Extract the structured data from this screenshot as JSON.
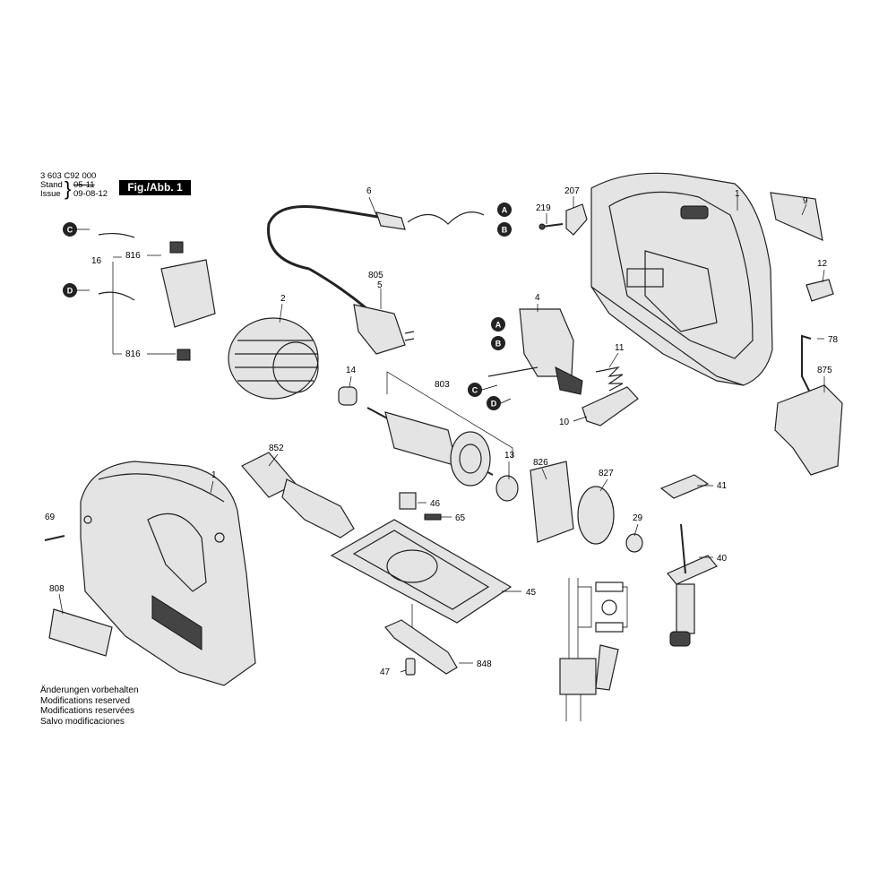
{
  "header": {
    "article_number": "3 603 C92 000",
    "stand_label": "Stand",
    "stand_date": "05-11",
    "issue_label": "Issue",
    "issue_date": "09-08-12",
    "figure_label": "Fig./Abb. 1"
  },
  "notes": [
    "Änderungen vorbehalten",
    "Modifications reserved",
    "Modifications reservées",
    "Salvo modificaciones"
  ],
  "part_labels": {
    "p1a": "1",
    "p1b": "1",
    "p2": "2",
    "p4": "4",
    "p5": "5",
    "p6": "6",
    "p9": "9",
    "p10": "10",
    "p11": "11",
    "p12": "12",
    "p13": "13",
    "p14": "14",
    "p16": "16",
    "p29": "29",
    "p40": "40",
    "p41": "41",
    "p45": "45",
    "p46": "46",
    "p47": "47",
    "p65": "65",
    "p69": "69",
    "p78": "78",
    "p207": "207",
    "p219": "219",
    "p803": "803",
    "p805": "805",
    "p808": "808",
    "p816a": "816",
    "p816b": "816",
    "p826": "826",
    "p827": "827",
    "p848": "848",
    "p852": "852",
    "p875": "875"
  },
  "connectors": {
    "A1": "A",
    "B1": "B",
    "A2": "A",
    "B2": "B",
    "C1": "C",
    "D1": "D",
    "C2": "C",
    "D2": "D"
  },
  "colors": {
    "line": "#222222",
    "label_box": "#000000",
    "connector_fill": "#222222"
  }
}
